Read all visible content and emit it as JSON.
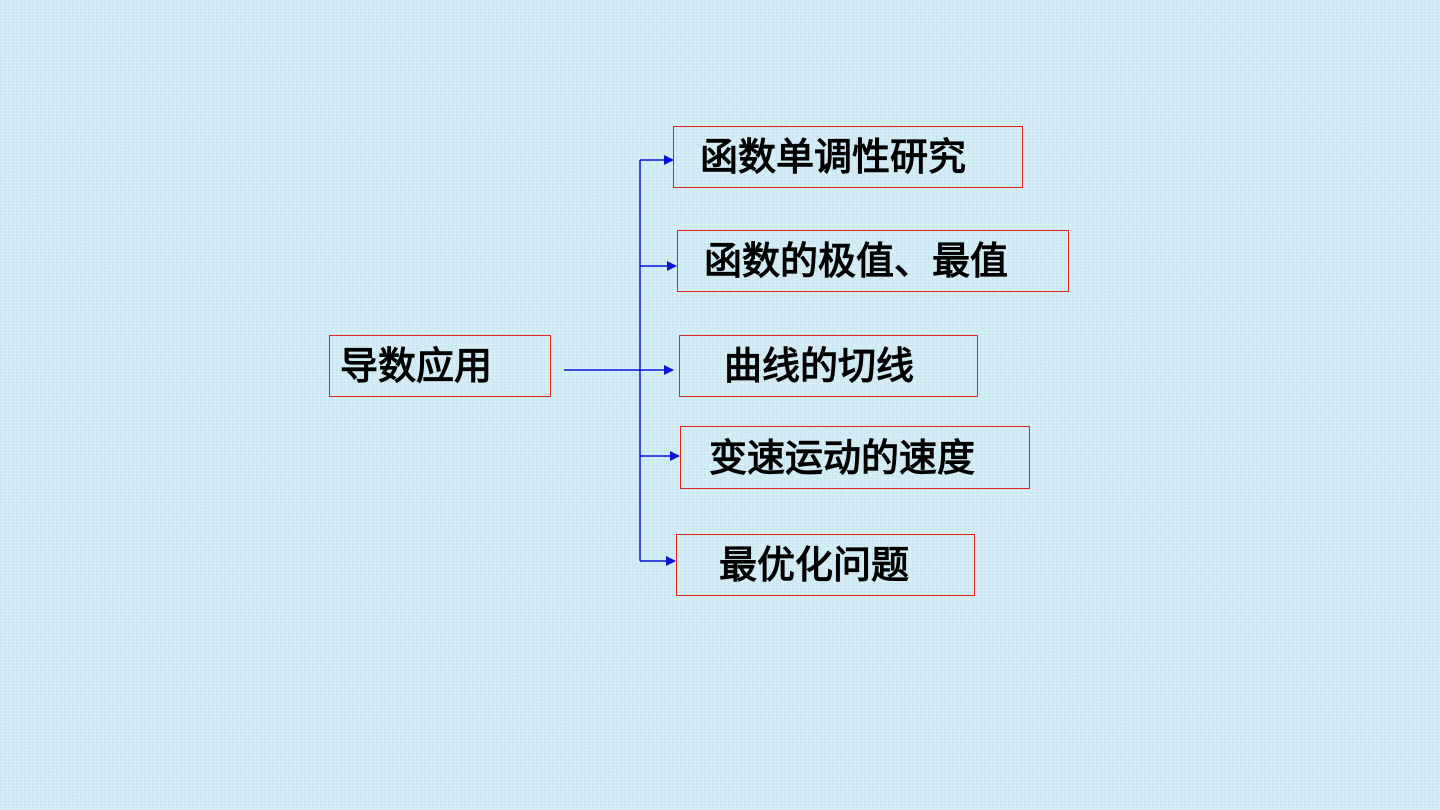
{
  "diagram": {
    "root": {
      "label": "导数应用"
    },
    "children": [
      {
        "label": "函数单调性研究"
      },
      {
        "label": "函数的极值、最值"
      },
      {
        "label": "曲线的切线"
      },
      {
        "label": "变速运动的速度"
      },
      {
        "label": "最优化问题"
      }
    ],
    "colors": {
      "background": "#cfeaf4",
      "box_border": "#e2231a",
      "connector": "#0a14d8",
      "text": "#000000"
    }
  }
}
